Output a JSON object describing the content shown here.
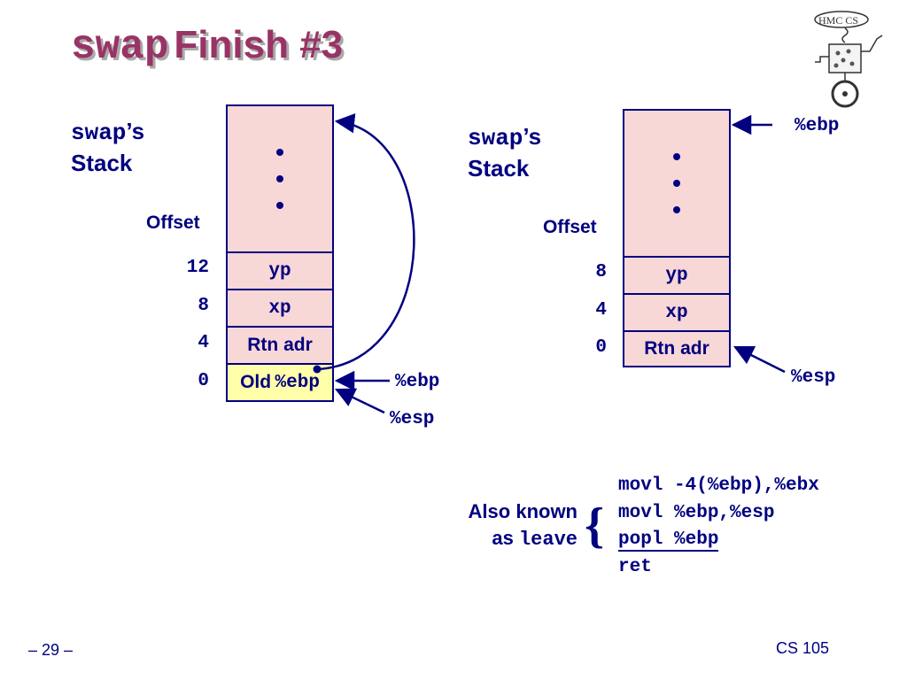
{
  "title": {
    "mono": "swap",
    "sans": "Finish #3"
  },
  "left": {
    "caption_mono": "swap",
    "caption_suffix": "’s",
    "caption_line2": "Stack",
    "offset_header": "Offset",
    "offsets": [
      "12",
      "8",
      "4",
      "0"
    ],
    "cells": {
      "yp": "yp",
      "xp": "xp",
      "rtn": "Rtn adr",
      "old_prefix": "Old",
      "old_reg": "%ebp"
    },
    "ebp_label": "%ebp",
    "esp_label": "%esp"
  },
  "right": {
    "caption_mono": "swap",
    "caption_suffix": "’s",
    "caption_line2": "Stack",
    "offset_header": "Offset",
    "offsets": [
      "8",
      "4",
      "0"
    ],
    "cells": {
      "yp": "yp",
      "xp": "xp",
      "rtn": "Rtn adr"
    },
    "ebp_label": "%ebp",
    "esp_label": "%esp"
  },
  "code": {
    "aka_line1": "Also known",
    "aka_line2_prefix": "as",
    "aka_line2_mono": "leave",
    "lines": [
      "movl -4(%ebp),%ebx",
      "movl %ebp,%esp",
      "popl %ebp",
      "ret"
    ]
  },
  "footer": {
    "page": "– 29 –",
    "course": "CS 105"
  },
  "logo": {
    "text": "HMC CS"
  },
  "colors": {
    "title": "#993366",
    "text": "#000080",
    "cell": "#f8d7d7",
    "highlight": "#ffffaa"
  }
}
